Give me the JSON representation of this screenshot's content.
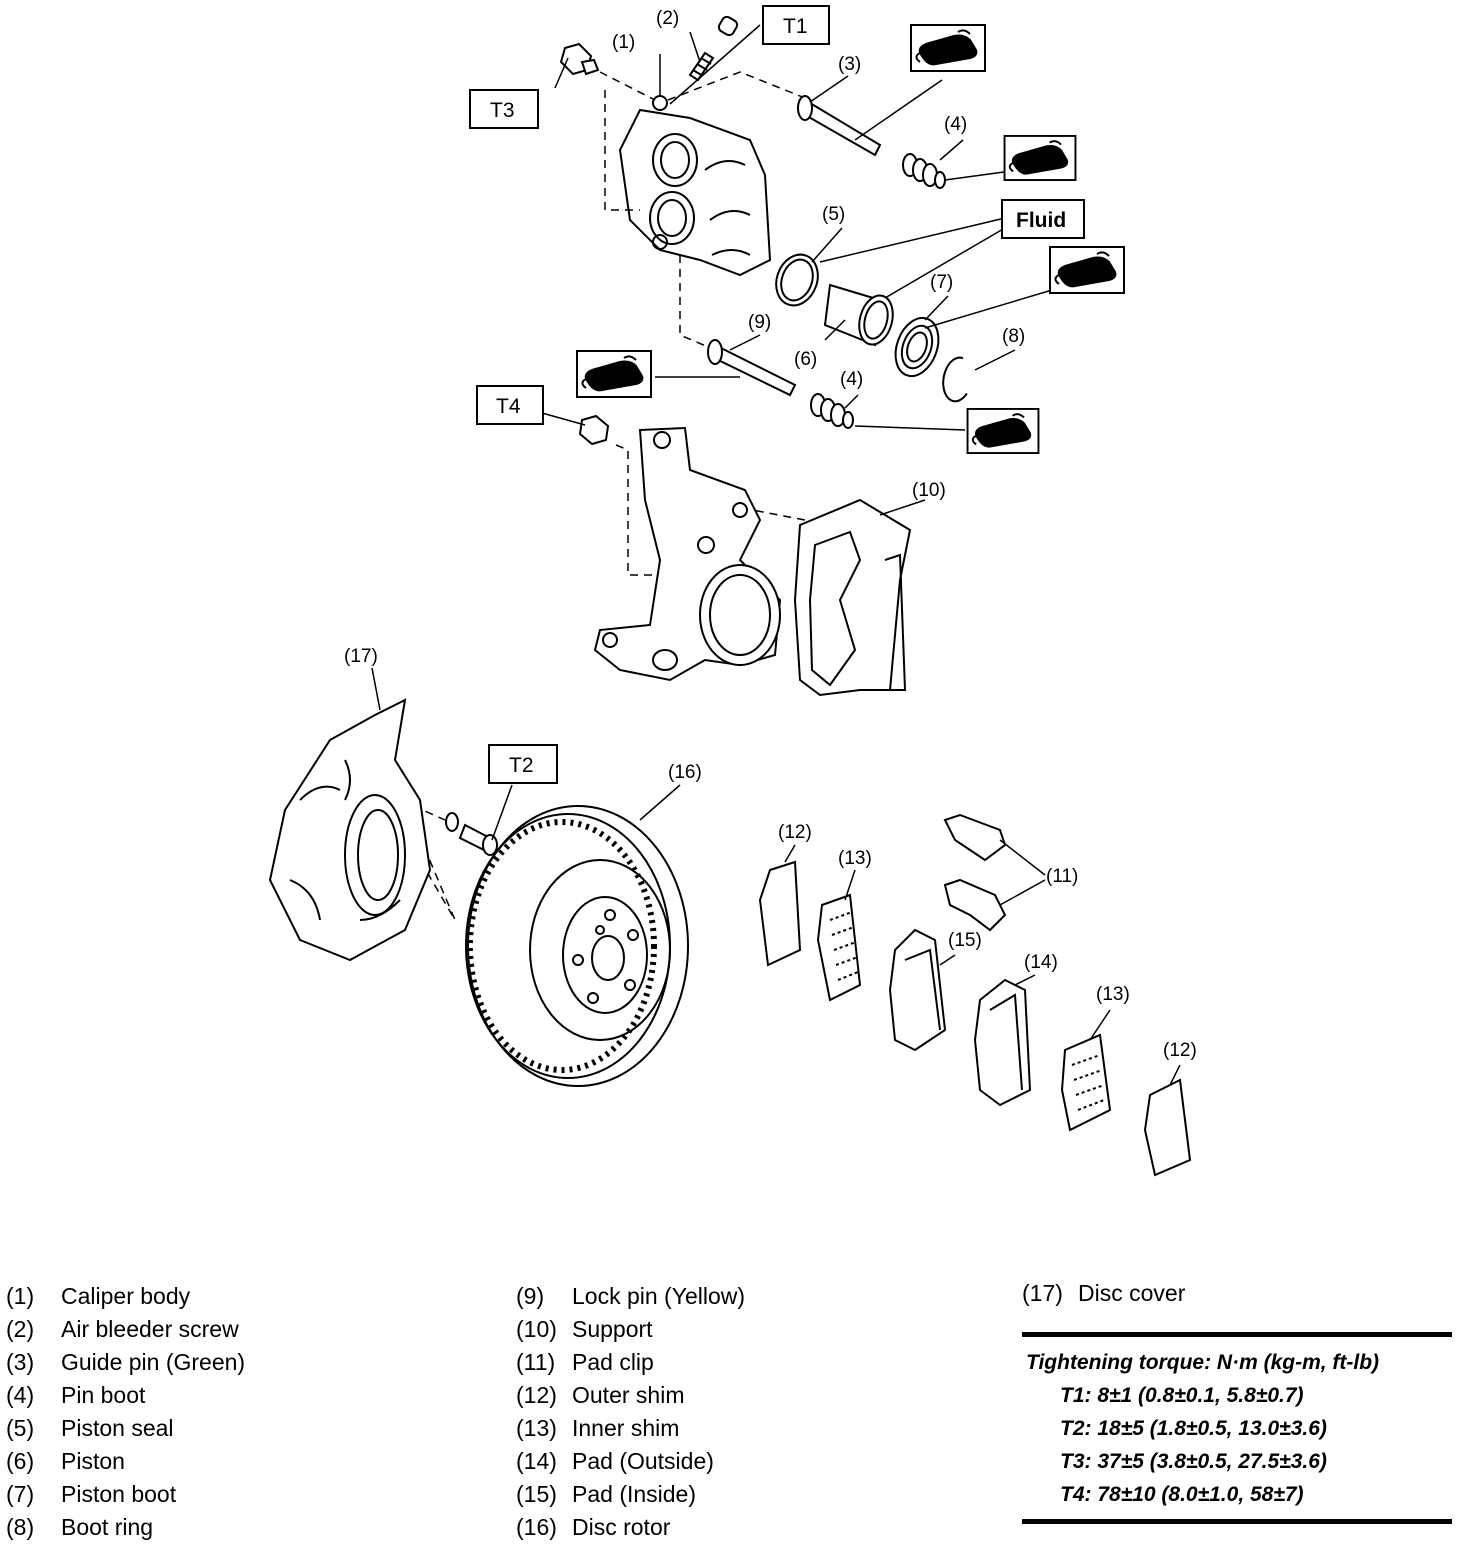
{
  "diagram": {
    "callouts": {
      "c1": "(1)",
      "c2": "(2)",
      "c3": "(3)",
      "c4a": "(4)",
      "c4b": "(4)",
      "c5": "(5)",
      "c6": "(6)",
      "c7": "(7)",
      "c8": "(8)",
      "c9": "(9)",
      "c10": "(10)",
      "c11": "(11)",
      "c12a": "(12)",
      "c12b": "(12)",
      "c13a": "(13)",
      "c13b": "(13)",
      "c14": "(14)",
      "c15": "(15)",
      "c16": "(16)",
      "c17": "(17)"
    },
    "boxes": {
      "t1": "T1",
      "t2": "T2",
      "t3": "T3",
      "t4": "T4",
      "fluid": "Fluid"
    },
    "grease_icon": "grease-icon"
  },
  "legend": {
    "col1": [
      {
        "num": "(1)",
        "name": "Caliper body"
      },
      {
        "num": "(2)",
        "name": "Air bleeder screw"
      },
      {
        "num": "(3)",
        "name": "Guide pin (Green)"
      },
      {
        "num": "(4)",
        "name": "Pin boot"
      },
      {
        "num": "(5)",
        "name": "Piston seal"
      },
      {
        "num": "(6)",
        "name": "Piston"
      },
      {
        "num": "(7)",
        "name": "Piston boot"
      },
      {
        "num": "(8)",
        "name": "Boot ring"
      }
    ],
    "col2": [
      {
        "num": "(9)",
        "name": "Lock pin (Yellow)"
      },
      {
        "num": "(10)",
        "name": "Support"
      },
      {
        "num": "(11)",
        "name": "Pad clip"
      },
      {
        "num": "(12)",
        "name": "Outer shim"
      },
      {
        "num": "(13)",
        "name": "Inner shim"
      },
      {
        "num": "(14)",
        "name": "Pad (Outside)"
      },
      {
        "num": "(15)",
        "name": "Pad (Inside)"
      },
      {
        "num": "(16)",
        "name": "Disc rotor"
      }
    ],
    "col3": [
      {
        "num": "(17)",
        "name": "Disc cover"
      }
    ]
  },
  "torque": {
    "title": "Tightening torque: N·m (kg-m, ft-lb)",
    "specs": [
      "T1: 8±1 (0.8±0.1, 5.8±0.7)",
      "T2: 18±5 (1.8±0.5, 13.0±3.6)",
      "T3: 37±5 (3.8±0.5, 27.5±3.6)",
      "T4: 78±10 (8.0±1.0, 58±7)"
    ]
  }
}
